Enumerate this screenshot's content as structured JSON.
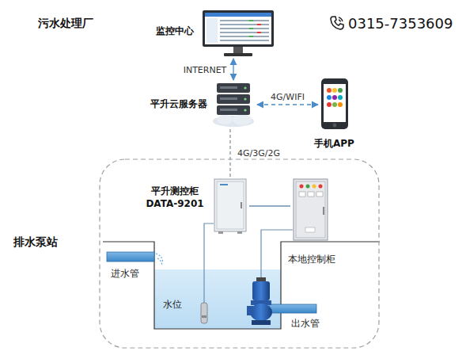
{
  "diagram": {
    "title": "污水处理厂",
    "nodes": [
      {
        "text": [
          "监控中心"
        ]
      },
      {
        "text": [
          "平升云服务器"
        ]
      },
      {
        "text": [
          "手机APP"
        ]
      },
      {
        "text": [
          "排水泵站"
        ]
      },
      {
        "text": [
          "平升测控柜 DATA-9201"
        ],
        "in": 3
      },
      {
        "text": [
          "本地控制柜"
        ],
        "in": 3
      }
    ],
    "edges": [
      {
        "from": 0,
        "to": 1,
        "label": "INTERNET",
        "arrow": "both"
      },
      {
        "from": 1,
        "to": 2,
        "label": "4G/WIFI",
        "arrow": "both"
      },
      {
        "from": 1,
        "to": 4,
        "label": "4G/3G/2G",
        "arrow": "none"
      },
      {
        "from": 4,
        "to": 5,
        "arrow": "none"
      }
    ],
    "labels": [
      "0315-7353609",
      "进水管",
      "水位",
      "出水管"
    ]
  }
}
